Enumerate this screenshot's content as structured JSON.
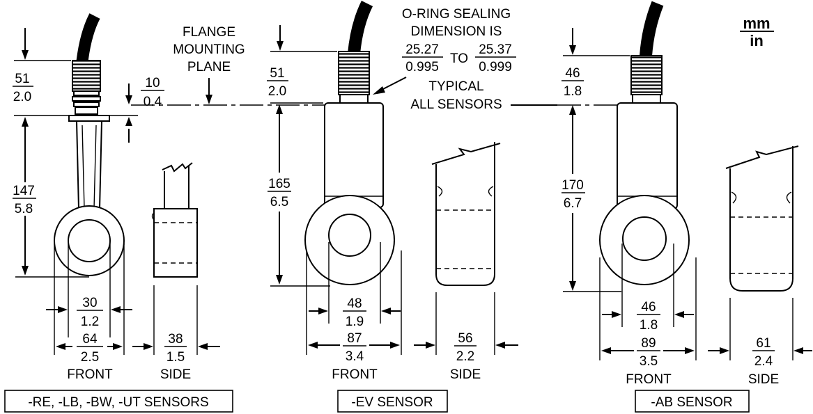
{
  "units": {
    "top": "mm",
    "bottom": "in"
  },
  "notes": {
    "flange": [
      "FLANGE",
      "MOUNTING",
      "PLANE"
    ],
    "oring": {
      "line1": "O-RING SEALING",
      "line2": "DIMENSION IS",
      "min_mm": "25.27",
      "min_in": "0.995",
      "to": "TO",
      "max_mm": "25.37",
      "max_in": "0.999",
      "line3": "TYPICAL",
      "line4": "ALL SENSORS"
    }
  },
  "views": {
    "front": "FRONT",
    "side": "SIDE"
  },
  "groups": [
    {
      "title": "-RE, -LB, -BW, -UT SENSORS",
      "dims": {
        "thread": {
          "mm": "51",
          "in": "2.0"
        },
        "flange": {
          "mm": "10",
          "in": "0.4"
        },
        "length": {
          "mm": "147",
          "in": "5.8"
        },
        "bore": {
          "mm": "30",
          "in": "1.2"
        },
        "width": {
          "mm": "64",
          "in": "2.5"
        },
        "side": {
          "mm": "38",
          "in": "1.5"
        }
      }
    },
    {
      "title": "-EV SENSOR",
      "dims": {
        "thread": {
          "mm": "51",
          "in": "2.0"
        },
        "length": {
          "mm": "165",
          "in": "6.5"
        },
        "bore": {
          "mm": "48",
          "in": "1.9"
        },
        "width": {
          "mm": "87",
          "in": "3.4"
        },
        "side": {
          "mm": "56",
          "in": "2.2"
        }
      }
    },
    {
      "title": "-AB SENSOR",
      "dims": {
        "thread": {
          "mm": "46",
          "in": "1.8"
        },
        "length": {
          "mm": "170",
          "in": "6.7"
        },
        "bore": {
          "mm": "46",
          "in": "1.8"
        },
        "width": {
          "mm": "89",
          "in": "3.5"
        },
        "side": {
          "mm": "61",
          "in": "2.4"
        }
      }
    }
  ]
}
